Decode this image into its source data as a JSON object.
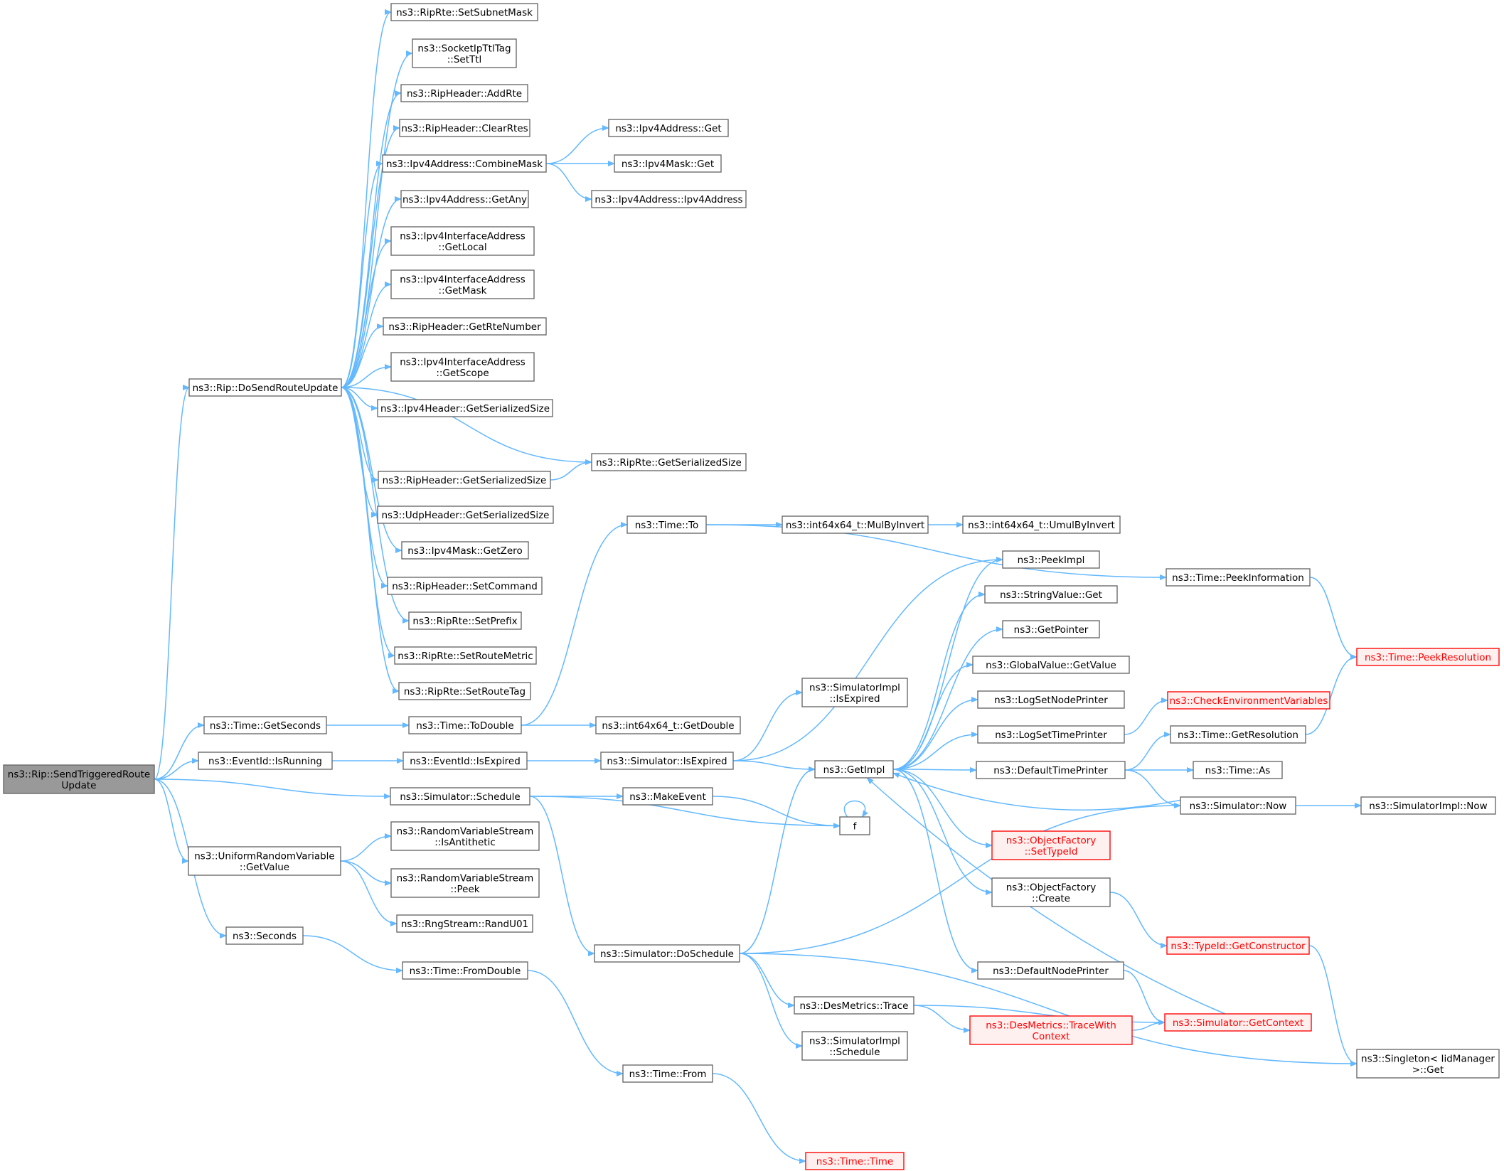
{
  "nodes": [
    {
      "id": "root",
      "lines": [
        "ns3::Rip::SendTriggeredRoute",
        "Update"
      ],
      "style": "root"
    },
    {
      "id": "doSendRouteUpdate",
      "lines": [
        "ns3::Rip::DoSendRouteUpdate"
      ]
    },
    {
      "id": "ripRteSetSubnetMask",
      "lines": [
        "ns3::RipRte::SetSubnetMask"
      ]
    },
    {
      "id": "socketIpTtlTagSetTtl",
      "lines": [
        "ns3::SocketIpTtlTag",
        "::SetTtl"
      ]
    },
    {
      "id": "ripHeaderAddRte",
      "lines": [
        "ns3::RipHeader::AddRte"
      ]
    },
    {
      "id": "ripHeaderClearRtes",
      "lines": [
        "ns3::RipHeader::ClearRtes"
      ]
    },
    {
      "id": "ipv4AddressCombineMask",
      "lines": [
        "ns3::Ipv4Address::CombineMask"
      ]
    },
    {
      "id": "ipv4AddressGet",
      "lines": [
        "ns3::Ipv4Address::Get"
      ]
    },
    {
      "id": "ipv4MaskGet",
      "lines": [
        "ns3::Ipv4Mask::Get"
      ]
    },
    {
      "id": "ipv4AddressCtor",
      "lines": [
        "ns3::Ipv4Address::Ipv4Address"
      ]
    },
    {
      "id": "ipv4AddressGetAny",
      "lines": [
        "ns3::Ipv4Address::GetAny"
      ]
    },
    {
      "id": "ipv4IfAddrGetLocal",
      "lines": [
        "ns3::Ipv4InterfaceAddress",
        "::GetLocal"
      ]
    },
    {
      "id": "ipv4IfAddrGetMask",
      "lines": [
        "ns3::Ipv4InterfaceAddress",
        "::GetMask"
      ]
    },
    {
      "id": "ripHeaderGetRteNumber",
      "lines": [
        "ns3::RipHeader::GetRteNumber"
      ]
    },
    {
      "id": "ipv4IfAddrGetScope",
      "lines": [
        "ns3::Ipv4InterfaceAddress",
        "::GetScope"
      ]
    },
    {
      "id": "ipv4HeaderGetSerializedSize",
      "lines": [
        "ns3::Ipv4Header::GetSerializedSize"
      ]
    },
    {
      "id": "ripRteGetSerializedSize",
      "lines": [
        "ns3::RipRte::GetSerializedSize"
      ]
    },
    {
      "id": "ripHeaderGetSerializedSize",
      "lines": [
        "ns3::RipHeader::GetSerializedSize"
      ]
    },
    {
      "id": "udpHeaderGetSerializedSize",
      "lines": [
        "ns3::UdpHeader::GetSerializedSize"
      ]
    },
    {
      "id": "ipv4MaskGetZero",
      "lines": [
        "ns3::Ipv4Mask::GetZero"
      ]
    },
    {
      "id": "ripHeaderSetCommand",
      "lines": [
        "ns3::RipHeader::SetCommand"
      ]
    },
    {
      "id": "ripRteSetPrefix",
      "lines": [
        "ns3::RipRte::SetPrefix"
      ]
    },
    {
      "id": "ripRteSetRouteMetric",
      "lines": [
        "ns3::RipRte::SetRouteMetric"
      ]
    },
    {
      "id": "ripRteSetRouteTag",
      "lines": [
        "ns3::RipRte::SetRouteTag"
      ]
    },
    {
      "id": "timeGetSeconds",
      "lines": [
        "ns3::Time::GetSeconds"
      ]
    },
    {
      "id": "eventIdIsRunning",
      "lines": [
        "ns3::EventId::IsRunning"
      ]
    },
    {
      "id": "simulatorSchedule",
      "lines": [
        "ns3::Simulator::Schedule"
      ]
    },
    {
      "id": "uniformGetValue",
      "lines": [
        "ns3::UniformRandomVariable",
        "::GetValue"
      ]
    },
    {
      "id": "seconds",
      "lines": [
        "ns3::Seconds"
      ]
    },
    {
      "id": "timeTo",
      "lines": [
        "ns3::Time::To"
      ]
    },
    {
      "id": "timeToDouble",
      "lines": [
        "ns3::Time::ToDouble"
      ]
    },
    {
      "id": "eventIdIsExpired",
      "lines": [
        "ns3::EventId::IsExpired"
      ]
    },
    {
      "id": "makeEvent",
      "lines": [
        "ns3::MakeEvent"
      ]
    },
    {
      "id": "rvsIsAntithetic",
      "lines": [
        "ns3::RandomVariableStream",
        "::IsAntithetic"
      ]
    },
    {
      "id": "rvsPeek",
      "lines": [
        "ns3::RandomVariableStream",
        "::Peek"
      ]
    },
    {
      "id": "rngStreamRandU01",
      "lines": [
        "ns3::RngStream::RandU01"
      ]
    },
    {
      "id": "timeFromDouble",
      "lines": [
        "ns3::Time::FromDouble"
      ]
    },
    {
      "id": "int64GetDouble",
      "lines": [
        "ns3::int64x64_t::GetDouble"
      ]
    },
    {
      "id": "simulatorIsExpired",
      "lines": [
        "ns3::Simulator::IsExpired"
      ]
    },
    {
      "id": "f",
      "lines": [
        "f"
      ]
    },
    {
      "id": "simulatorDoSchedule",
      "lines": [
        "ns3::Simulator::DoSchedule"
      ]
    },
    {
      "id": "timeFrom",
      "lines": [
        "ns3::Time::From"
      ]
    },
    {
      "id": "int64MulByInvert",
      "lines": [
        "ns3::int64x64_t::MulByInvert"
      ]
    },
    {
      "id": "int64UmulByInvert",
      "lines": [
        "ns3::int64x64_t::UmulByInvert"
      ]
    },
    {
      "id": "simImplIsExpired",
      "lines": [
        "ns3::SimulatorImpl",
        "::IsExpired"
      ]
    },
    {
      "id": "getImpl",
      "lines": [
        "ns3::GetImpl"
      ]
    },
    {
      "id": "desMetricsTrace",
      "lines": [
        "ns3::DesMetrics::Trace"
      ]
    },
    {
      "id": "simImplSchedule",
      "lines": [
        "ns3::SimulatorImpl",
        "::Schedule"
      ]
    },
    {
      "id": "timeTime",
      "lines": [
        "ns3::Time::Time"
      ],
      "style": "red"
    },
    {
      "id": "peekImpl",
      "lines": [
        "ns3::PeekImpl"
      ]
    },
    {
      "id": "stringValueGet",
      "lines": [
        "ns3::StringValue::Get"
      ]
    },
    {
      "id": "getPointer",
      "lines": [
        "ns3::GetPointer"
      ]
    },
    {
      "id": "globalValueGetValue",
      "lines": [
        "ns3::GlobalValue::GetValue"
      ]
    },
    {
      "id": "logSetNodePrinter",
      "lines": [
        "ns3::LogSetNodePrinter"
      ]
    },
    {
      "id": "logSetTimePrinter",
      "lines": [
        "ns3::LogSetTimePrinter"
      ]
    },
    {
      "id": "defaultTimePrinter",
      "lines": [
        "ns3::DefaultTimePrinter"
      ]
    },
    {
      "id": "objectFactorySetTypeId",
      "lines": [
        "ns3::ObjectFactory",
        "::SetTypeId"
      ],
      "style": "red"
    },
    {
      "id": "objectFactoryCreate",
      "lines": [
        "ns3::ObjectFactory",
        "::Create"
      ]
    },
    {
      "id": "defaultNodePrinter",
      "lines": [
        "ns3::DefaultNodePrinter"
      ]
    },
    {
      "id": "desMetricsTraceWithContext",
      "lines": [
        "ns3::DesMetrics::TraceWith",
        "Context"
      ],
      "style": "red"
    },
    {
      "id": "timePeekInformation",
      "lines": [
        "ns3::Time::PeekInformation"
      ]
    },
    {
      "id": "checkEnvVars",
      "lines": [
        "ns3::CheckEnvironmentVariables"
      ],
      "style": "red"
    },
    {
      "id": "timeGetResolution",
      "lines": [
        "ns3::Time::GetResolution"
      ]
    },
    {
      "id": "timeAs",
      "lines": [
        "ns3::Time::As"
      ]
    },
    {
      "id": "simulatorNow",
      "lines": [
        "ns3::Simulator::Now"
      ]
    },
    {
      "id": "typeIdGetConstructor",
      "lines": [
        "ns3::TypeId::GetConstructor"
      ],
      "style": "red"
    },
    {
      "id": "simulatorGetContext",
      "lines": [
        "ns3::Simulator::GetContext"
      ],
      "style": "red"
    },
    {
      "id": "timePeekResolution",
      "lines": [
        "ns3::Time::PeekResolution"
      ],
      "style": "red"
    },
    {
      "id": "simImplNow",
      "lines": [
        "ns3::SimulatorImpl::Now"
      ]
    },
    {
      "id": "singletonGet",
      "lines": [
        "ns3::Singleton< IidManager",
        " >::Get"
      ]
    }
  ],
  "edges": [
    [
      "root",
      "doSendRouteUpdate"
    ],
    [
      "root",
      "timeGetSeconds"
    ],
    [
      "root",
      "eventIdIsRunning"
    ],
    [
      "root",
      "simulatorSchedule"
    ],
    [
      "root",
      "uniformGetValue"
    ],
    [
      "root",
      "seconds"
    ],
    [
      "doSendRouteUpdate",
      "ripRteSetSubnetMask"
    ],
    [
      "doSendRouteUpdate",
      "socketIpTtlTagSetTtl"
    ],
    [
      "doSendRouteUpdate",
      "ripHeaderAddRte"
    ],
    [
      "doSendRouteUpdate",
      "ripHeaderClearRtes"
    ],
    [
      "doSendRouteUpdate",
      "ipv4AddressCombineMask"
    ],
    [
      "doSendRouteUpdate",
      "ipv4AddressGetAny"
    ],
    [
      "doSendRouteUpdate",
      "ipv4IfAddrGetLocal"
    ],
    [
      "doSendRouteUpdate",
      "ipv4IfAddrGetMask"
    ],
    [
      "doSendRouteUpdate",
      "ripHeaderGetRteNumber"
    ],
    [
      "doSendRouteUpdate",
      "ipv4IfAddrGetScope"
    ],
    [
      "doSendRouteUpdate",
      "ipv4HeaderGetSerializedSize"
    ],
    [
      "doSendRouteUpdate",
      "ripRteGetSerializedSize"
    ],
    [
      "doSendRouteUpdate",
      "ripHeaderGetSerializedSize"
    ],
    [
      "doSendRouteUpdate",
      "udpHeaderGetSerializedSize"
    ],
    [
      "doSendRouteUpdate",
      "ipv4MaskGetZero"
    ],
    [
      "doSendRouteUpdate",
      "ripHeaderSetCommand"
    ],
    [
      "doSendRouteUpdate",
      "ripRteSetPrefix"
    ],
    [
      "doSendRouteUpdate",
      "ripRteSetRouteMetric"
    ],
    [
      "doSendRouteUpdate",
      "ripRteSetRouteTag"
    ],
    [
      "ipv4AddressCombineMask",
      "ipv4AddressGet"
    ],
    [
      "ipv4AddressCombineMask",
      "ipv4MaskGet"
    ],
    [
      "ipv4AddressCombineMask",
      "ipv4AddressCtor"
    ],
    [
      "ripHeaderGetSerializedSize",
      "ripRteGetSerializedSize"
    ],
    [
      "timeGetSeconds",
      "timeToDouble"
    ],
    [
      "timeToDouble",
      "timeTo"
    ],
    [
      "timeToDouble",
      "int64GetDouble"
    ],
    [
      "timeTo",
      "int64MulByInvert"
    ],
    [
      "timeTo",
      "timePeekInformation"
    ],
    [
      "int64MulByInvert",
      "int64UmulByInvert"
    ],
    [
      "eventIdIsRunning",
      "eventIdIsExpired"
    ],
    [
      "eventIdIsExpired",
      "simulatorIsExpired"
    ],
    [
      "simulatorIsExpired",
      "simImplIsExpired"
    ],
    [
      "simulatorIsExpired",
      "getImpl"
    ],
    [
      "simulatorIsExpired",
      "peekImpl"
    ],
    [
      "simulatorSchedule",
      "makeEvent"
    ],
    [
      "simulatorSchedule",
      "f"
    ],
    [
      "simulatorSchedule",
      "simulatorDoSchedule"
    ],
    [
      "makeEvent",
      "f"
    ],
    [
      "f",
      "f"
    ],
    [
      "uniformGetValue",
      "rvsIsAntithetic"
    ],
    [
      "uniformGetValue",
      "rvsPeek"
    ],
    [
      "uniformGetValue",
      "rngStreamRandU01"
    ],
    [
      "seconds",
      "timeFromDouble"
    ],
    [
      "timeFromDouble",
      "timeFrom"
    ],
    [
      "timeFrom",
      "timeTime"
    ],
    [
      "simulatorDoSchedule",
      "getImpl"
    ],
    [
      "simulatorDoSchedule",
      "simulatorNow"
    ],
    [
      "simulatorDoSchedule",
      "desMetricsTrace"
    ],
    [
      "simulatorDoSchedule",
      "simImplSchedule"
    ],
    [
      "simulatorDoSchedule",
      "singletonGet"
    ],
    [
      "getImpl",
      "peekImpl"
    ],
    [
      "getImpl",
      "stringValueGet"
    ],
    [
      "getImpl",
      "getPointer"
    ],
    [
      "getImpl",
      "globalValueGetValue"
    ],
    [
      "getImpl",
      "logSetNodePrinter"
    ],
    [
      "getImpl",
      "logSetTimePrinter"
    ],
    [
      "getImpl",
      "defaultTimePrinter"
    ],
    [
      "getImpl",
      "objectFactorySetTypeId"
    ],
    [
      "getImpl",
      "objectFactoryCreate"
    ],
    [
      "getImpl",
      "defaultNodePrinter"
    ],
    [
      "desMetricsTrace",
      "simulatorGetContext"
    ],
    [
      "desMetricsTrace",
      "desMetricsTraceWithContext"
    ],
    [
      "desMetricsTraceWithContext",
      "simulatorGetContext"
    ],
    [
      "simulatorGetContext",
      "getImpl"
    ],
    [
      "simulatorNow",
      "getImpl"
    ],
    [
      "simulatorNow",
      "simImplNow"
    ],
    [
      "logSetTimePrinter",
      "checkEnvVars"
    ],
    [
      "defaultTimePrinter",
      "timeGetResolution"
    ],
    [
      "defaultTimePrinter",
      "timeAs"
    ],
    [
      "defaultTimePrinter",
      "simulatorNow"
    ],
    [
      "timeGetResolution",
      "timePeekResolution"
    ],
    [
      "timePeekInformation",
      "timePeekResolution"
    ],
    [
      "objectFactoryCreate",
      "typeIdGetConstructor"
    ],
    [
      "typeIdGetConstructor",
      "singletonGet"
    ],
    [
      "defaultNodePrinter",
      "simulatorGetContext"
    ]
  ],
  "colors": {
    "edge": "#63b8ff",
    "node_border": "#666666",
    "root_fill": "#999999",
    "red_border": "#ff0000",
    "red_fill": "#fff0f0"
  }
}
